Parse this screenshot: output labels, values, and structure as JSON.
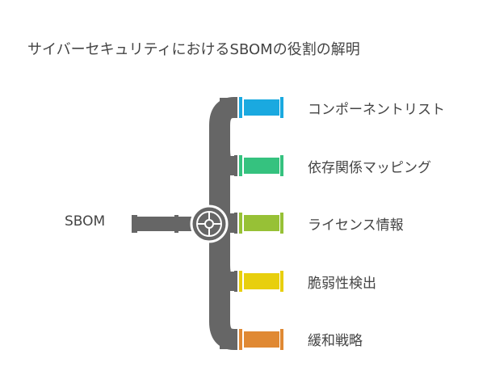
{
  "title": "サイバーセキュリティにおけるSBOMの役割の解明",
  "input_label": "SBOM",
  "outputs": [
    {
      "label": "コンポーネントリスト",
      "color": "#1aa9e0"
    },
    {
      "label": "依存関係マッピング",
      "color": "#35c27f"
    },
    {
      "label": "ライセンス情報",
      "color": "#97c136"
    },
    {
      "label": "脆弱性検出",
      "color": "#e8cf0d"
    },
    {
      "label": "緩和戦略",
      "color": "#e08933"
    }
  ],
  "pipe_color": "#666666"
}
